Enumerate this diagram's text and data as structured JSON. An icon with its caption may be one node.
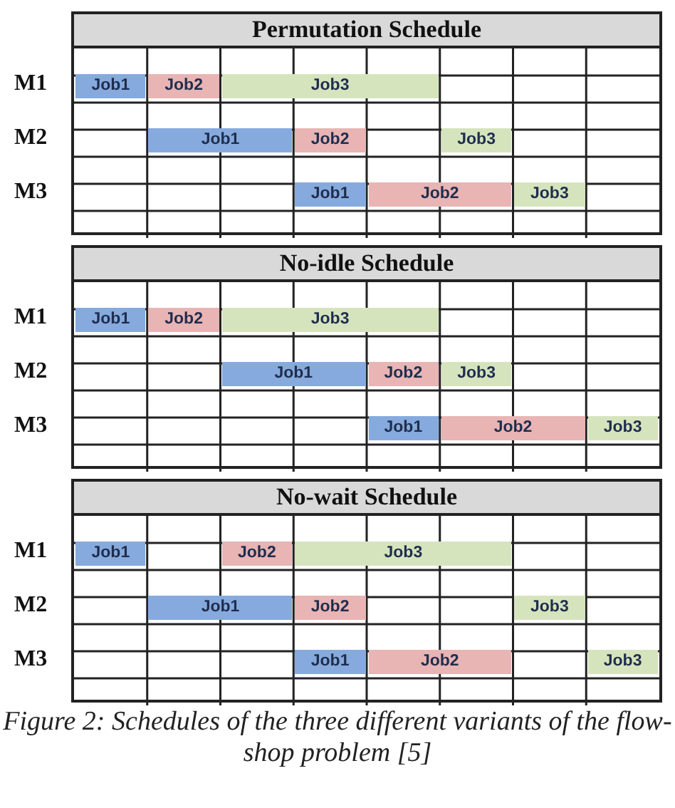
{
  "diagram": {
    "caption": "Figure 2: Schedules of the three different variants of the flow-shop problem [5]",
    "nodes": [
      {
        "text": [
          "Permutation Schedule"
        ]
      },
      {
        "text": [
          "Job1"
        ],
        "in": 0
      },
      {
        "text": [
          "Job2"
        ],
        "in": 0
      },
      {
        "text": [
          "Job3"
        ],
        "in": 0
      },
      {
        "text": [
          "Job1"
        ],
        "in": 0
      },
      {
        "text": [
          "Job2"
        ],
        "in": 0
      },
      {
        "text": [
          "Job3"
        ],
        "in": 0
      },
      {
        "text": [
          "Job1"
        ],
        "in": 0
      },
      {
        "text": [
          "Job2"
        ],
        "in": 0
      },
      {
        "text": [
          "Job3"
        ],
        "in": 0
      },
      {
        "text": [
          "No-idle Schedule"
        ]
      },
      {
        "text": [
          "Job1"
        ],
        "in": 10
      },
      {
        "text": [
          "Job2"
        ],
        "in": 10
      },
      {
        "text": [
          "Job3"
        ],
        "in": 10
      },
      {
        "text": [
          "Job1"
        ],
        "in": 10
      },
      {
        "text": [
          "Job2"
        ],
        "in": 10
      },
      {
        "text": [
          "Job3"
        ],
        "in": 10
      },
      {
        "text": [
          "Job1"
        ],
        "in": 10
      },
      {
        "text": [
          "Job2"
        ],
        "in": 10
      },
      {
        "text": [
          "Job3"
        ],
        "in": 10
      },
      {
        "text": [
          "No-wait Schedule"
        ]
      },
      {
        "text": [
          "Job1"
        ],
        "in": 20
      },
      {
        "text": [
          "Job2"
        ],
        "in": 20
      },
      {
        "text": [
          "Job3"
        ],
        "in": 20
      },
      {
        "text": [
          "Job1"
        ],
        "in": 20
      },
      {
        "text": [
          "Job2"
        ],
        "in": 20
      },
      {
        "text": [
          "Job3"
        ],
        "in": 20
      },
      {
        "text": [
          "Job1"
        ],
        "in": 20
      },
      {
        "text": [
          "Job2"
        ],
        "in": 20
      },
      {
        "text": [
          "Job3"
        ],
        "in": 20
      }
    ],
    "labels": [
      "M1",
      "M2",
      "M3",
      "M1",
      "M2",
      "M3",
      "M1",
      "M2",
      "M3"
    ]
  }
}
